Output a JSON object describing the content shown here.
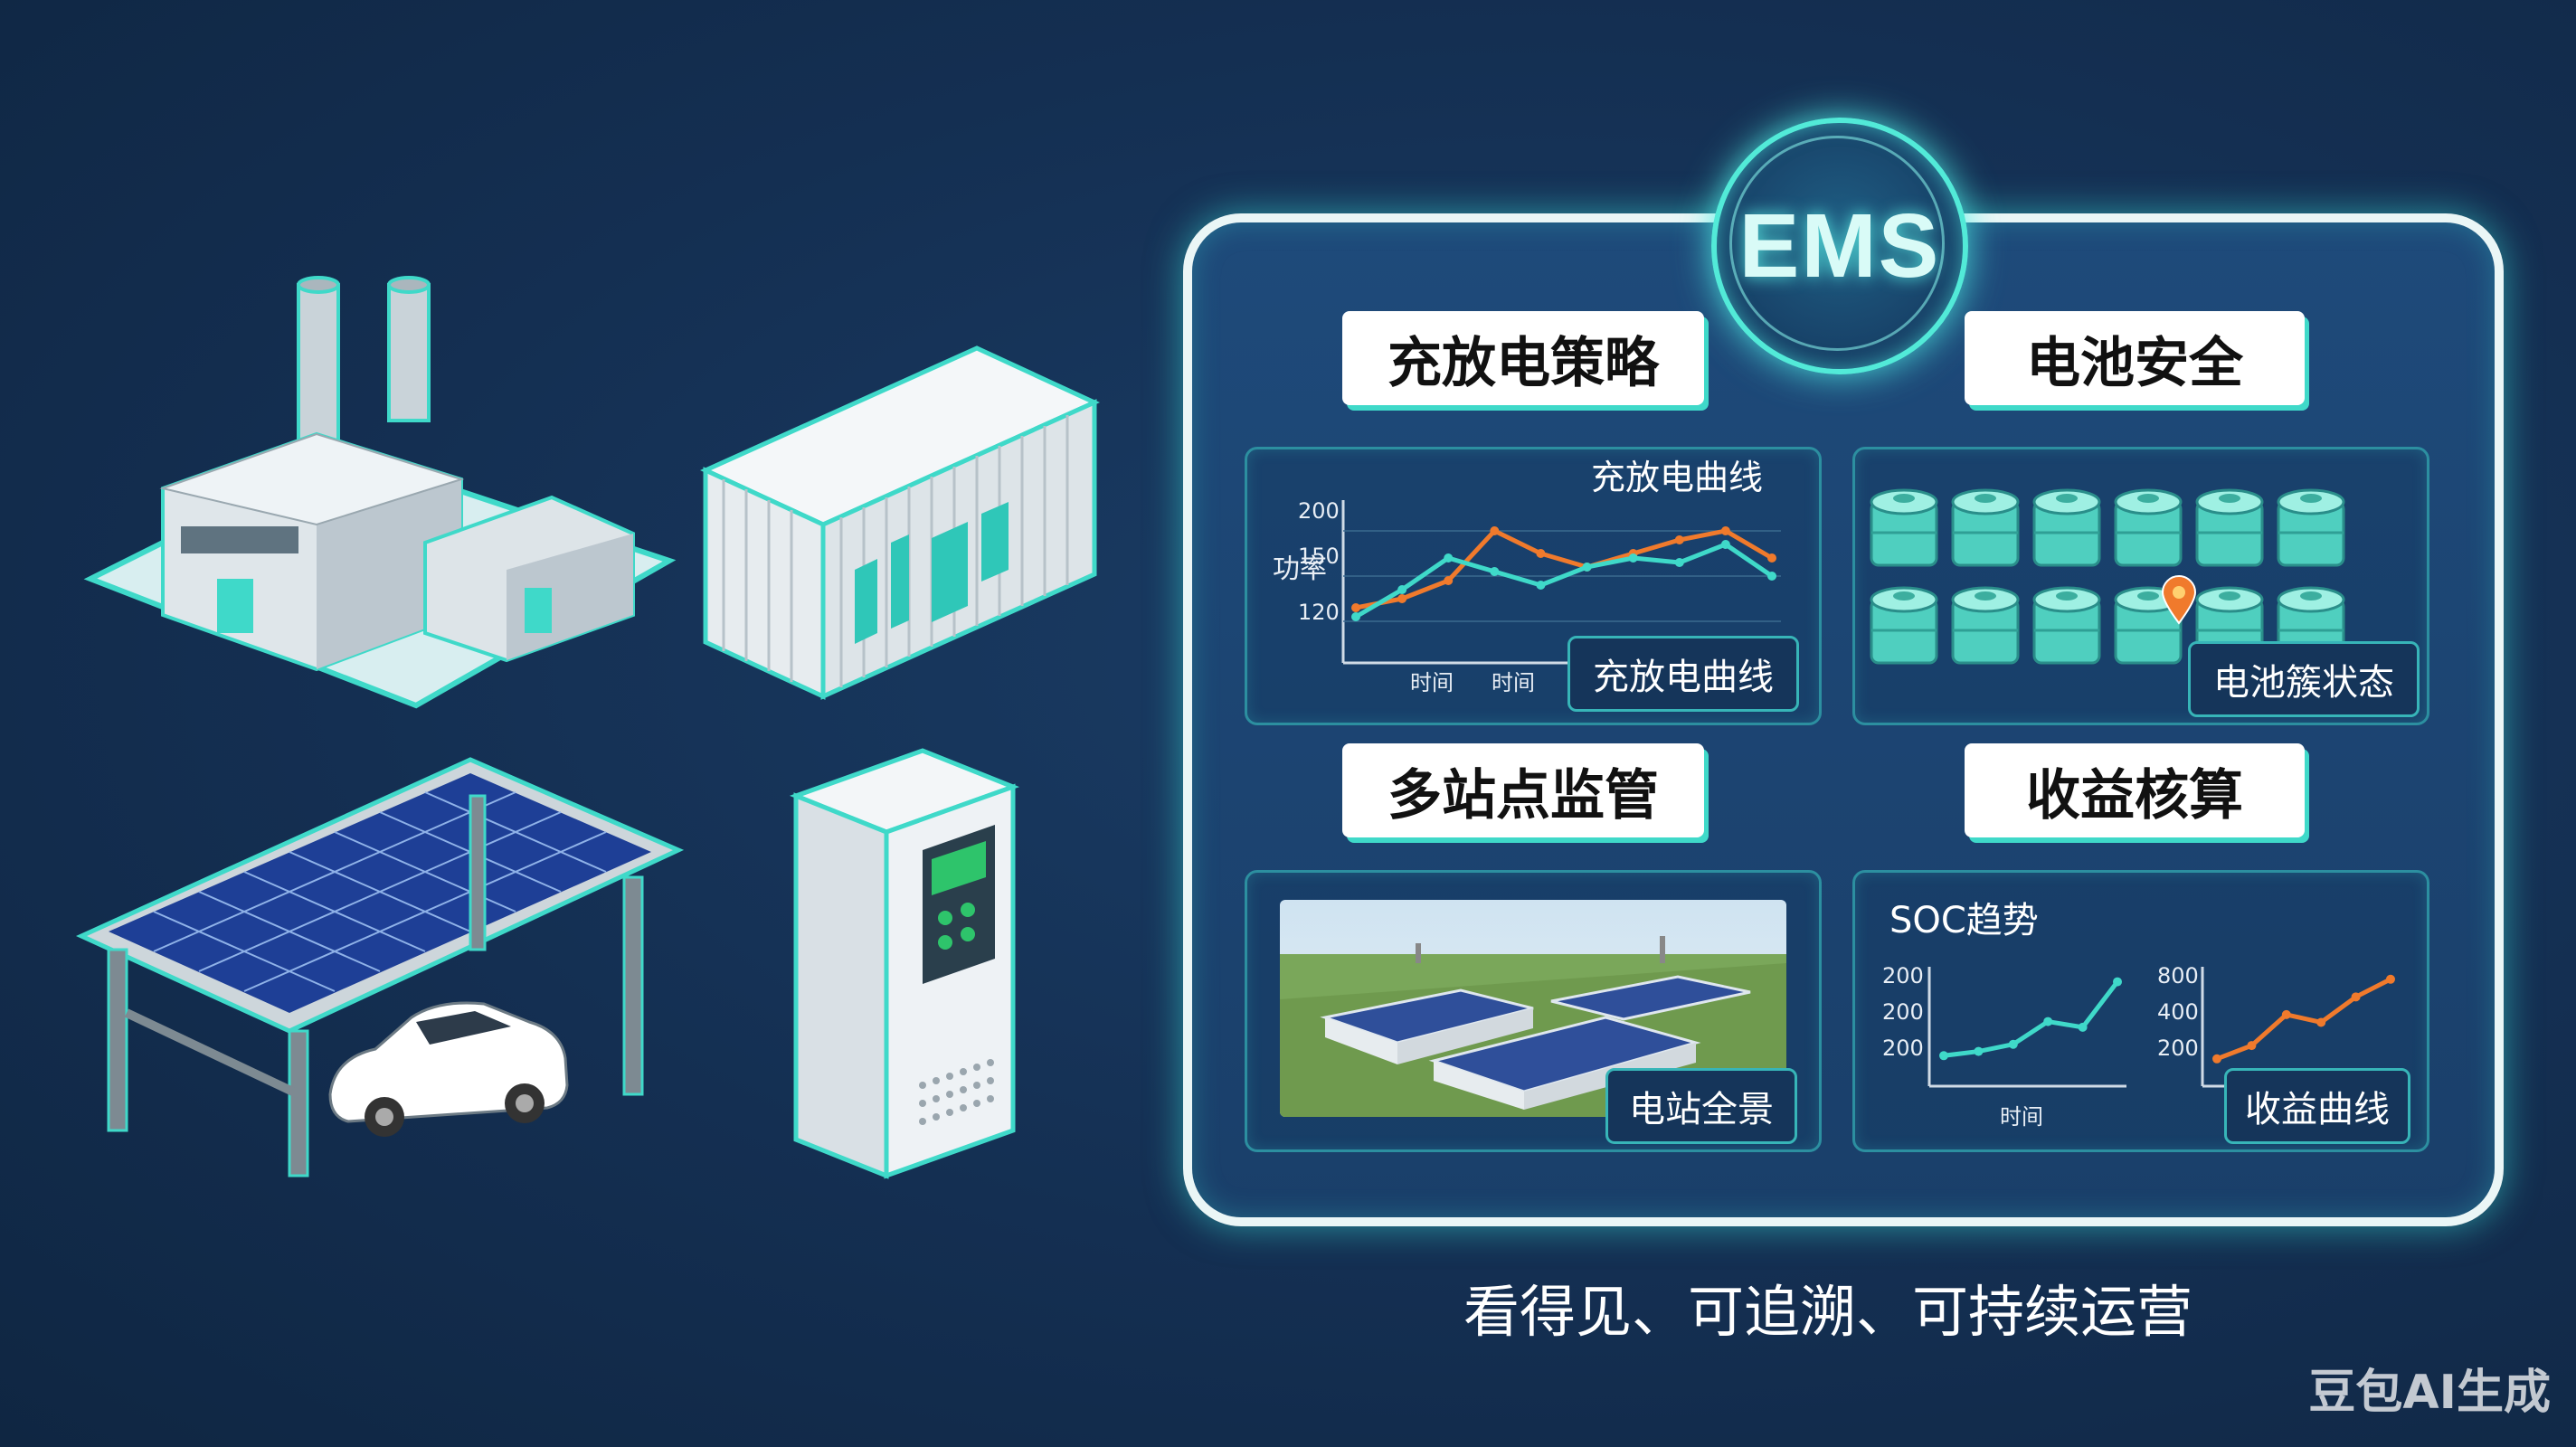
{
  "ems": {
    "title": "EMS"
  },
  "sections": [
    {
      "title": "充放电策略",
      "card": {
        "chart_title": "充放电曲线",
        "badge": "充放电曲线",
        "y_label": "功率",
        "chart_data": {
          "type": "line",
          "y_ticks": [
            "200",
            "150",
            "120"
          ],
          "x_ticks": [
            "时间",
            "时间"
          ],
          "series": [
            {
              "color": "#f07a2c",
              "values": [
                128,
                132,
                140,
                162,
                152,
                146,
                152,
                158,
                162,
                150
              ]
            },
            {
              "color": "#3fd9c9",
              "values": [
                124,
                136,
                150,
                144,
                138,
                146,
                150,
                148,
                156,
                142
              ]
            }
          ]
        }
      }
    },
    {
      "title": "电池安全",
      "card": {
        "badge": "电池簇状态"
      }
    },
    {
      "title": "多站点监管",
      "card": {
        "badge": "电站全景"
      }
    },
    {
      "title": "收益核算",
      "card": {
        "soc_title": "SOC趋势",
        "soc_chart": {
          "type": "line",
          "y_ticks": [
            "200",
            "200",
            "200"
          ],
          "x_label": "时间",
          "color": "#3fd9c9",
          "values": [
            1,
            1.3,
            1.8,
            3.4,
            3.0,
            6.2
          ]
        },
        "revenue_chart": {
          "type": "line",
          "y_ticks": [
            "800",
            "400",
            "200"
          ],
          "color": "#f07a2c",
          "values": [
            1,
            2.2,
            5.0,
            4.3,
            6.6,
            8.2
          ]
        },
        "badge": "收益曲线"
      }
    }
  ],
  "tagline": "看得见、可追溯、可持续运营",
  "watermark": "豆包AI生成",
  "colors": {
    "accent": "#3fd9c9",
    "orange": "#f07a2c",
    "background": "#142f52"
  }
}
